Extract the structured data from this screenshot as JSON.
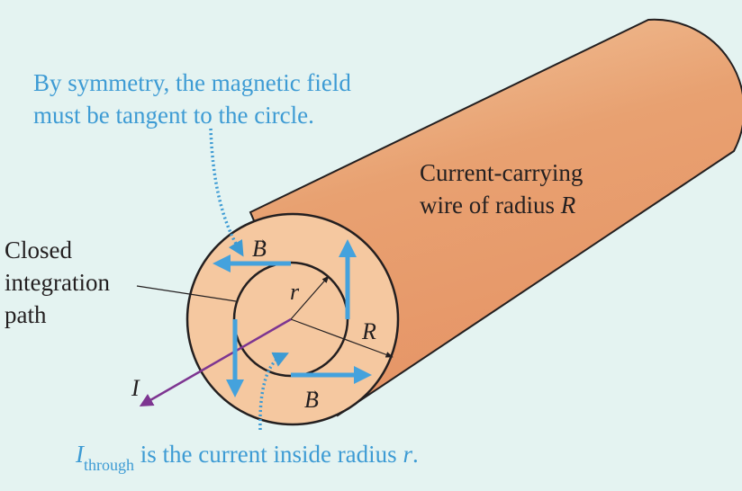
{
  "annotations": {
    "symmetry_line1": "By symmetry, the magnetic field",
    "symmetry_line2": "must be tangent to the circle.",
    "wire_line1": "Current-carrying",
    "wire_line2_prefix": "wire of radius ",
    "wire_line2_var": "R",
    "closed_line1": "Closed",
    "closed_line2": "integration",
    "closed_line3": "path",
    "through_var": "I",
    "through_sub": "through",
    "through_rest": " is the current inside radius ",
    "through_var_r": "r",
    "through_end": "."
  },
  "symbols": {
    "B_top": "B",
    "B_bottom": "B",
    "vector_arrow": "→",
    "r": "r",
    "R": "R",
    "I": "I"
  },
  "colors": {
    "background": "#e4f3f1",
    "annotation_blue": "#3d9bd4",
    "field_arrow": "#44a2dd",
    "current_arrow": "#7d3591",
    "wire_face": "#f5c8a0",
    "wire_body": "#e89a67"
  }
}
